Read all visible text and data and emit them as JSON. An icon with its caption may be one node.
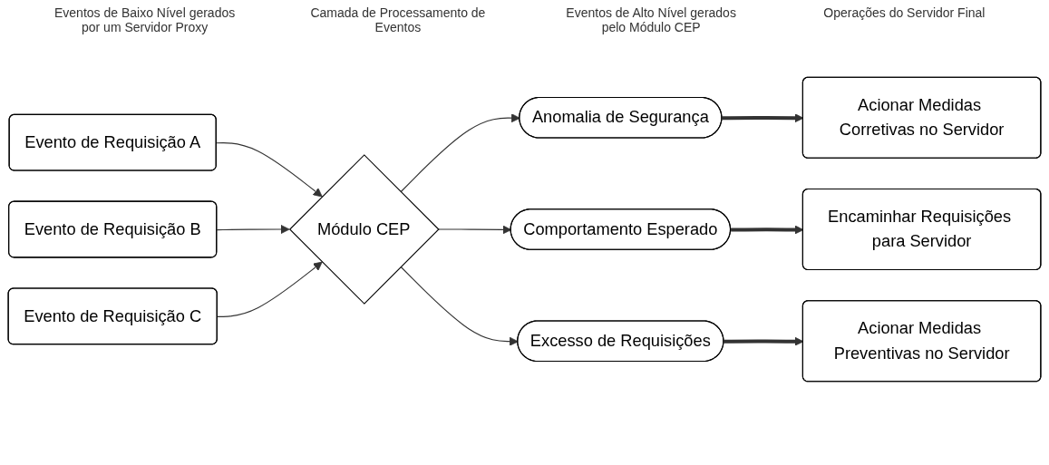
{
  "diagram": {
    "nodes": [
      {
        "text": [
          "Evento de Requisição A"
        ]
      },
      {
        "text": [
          "Evento de Requisição B"
        ]
      },
      {
        "text": [
          "Evento de Requisição C"
        ]
      },
      {
        "text": [
          "Módulo CEP"
        ]
      },
      {
        "text": [
          "Anomalia de Segurança"
        ]
      },
      {
        "text": [
          "Comportamento Esperado"
        ]
      },
      {
        "text": [
          "Excesso de Requisições"
        ]
      },
      {
        "text": [
          "Acionar Medidas Corretivas no Servidor"
        ]
      },
      {
        "text": [
          "Encaminhar Requisições para Servidor"
        ]
      },
      {
        "text": [
          "Acionar Medidas Preventivas no Servidor"
        ]
      }
    ],
    "edges": [
      {
        "from": 0,
        "to": 3,
        "arrow": "to"
      },
      {
        "from": 1,
        "to": 3,
        "arrow": "to"
      },
      {
        "from": 2,
        "to": 3,
        "arrow": "to"
      },
      {
        "from": 3,
        "to": 4,
        "arrow": "to"
      },
      {
        "from": 3,
        "to": 5,
        "arrow": "to"
      },
      {
        "from": 3,
        "to": 6,
        "arrow": "to"
      },
      {
        "from": 4,
        "to": 7,
        "arrow": "to",
        "style": "thick"
      },
      {
        "from": 5,
        "to": 8,
        "arrow": "to",
        "style": "thick"
      },
      {
        "from": 6,
        "to": 9,
        "arrow": "to",
        "style": "thick"
      }
    ],
    "labels": [
      "Eventos de Baixo Nível gerados por um Servidor Proxy",
      "Camada de Processamento de Eventos",
      "Eventos de Alto Nível gerados pelo Módulo CEP",
      "Operações do Servidor Final"
    ]
  }
}
